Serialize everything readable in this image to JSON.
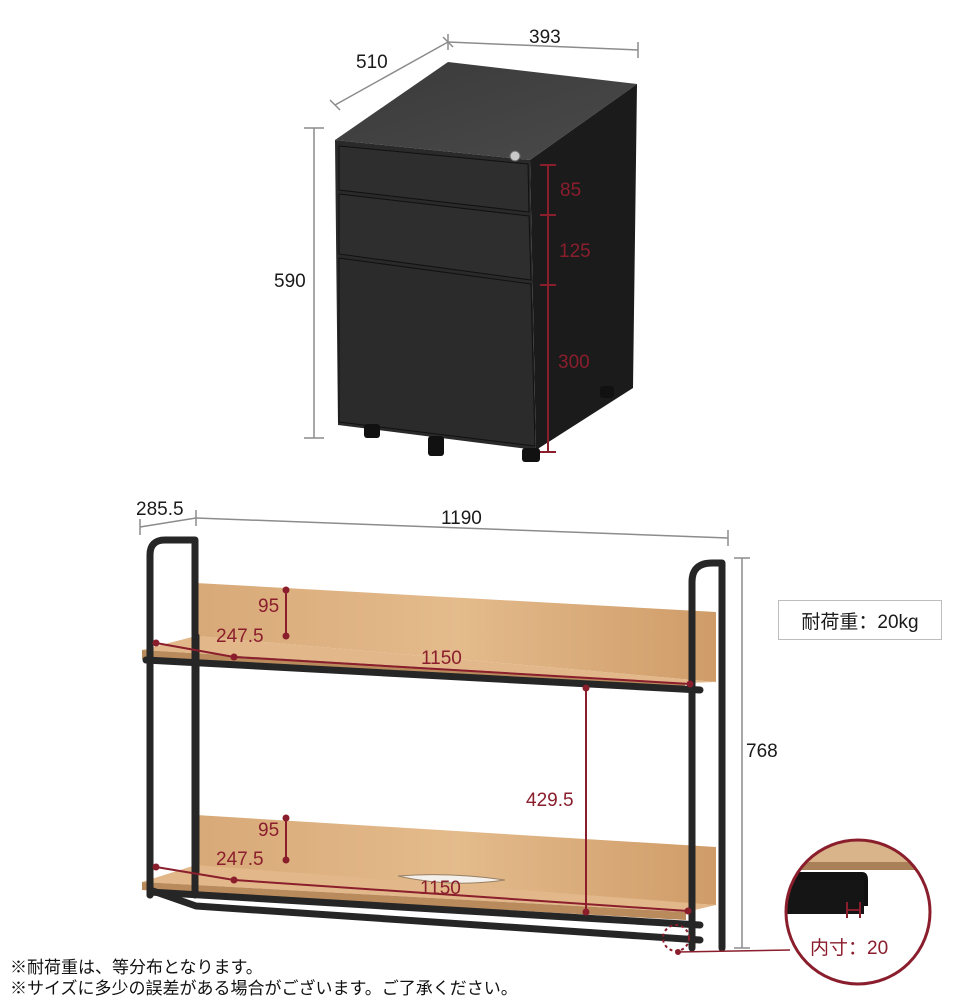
{
  "cabinet": {
    "depth": "510",
    "width": "393",
    "height": "590",
    "drawer_1": "85",
    "drawer_2": "125",
    "drawer_3": "300"
  },
  "shelf": {
    "depth": "285.5",
    "width": "1190",
    "height": "768",
    "upper_back_height": "95",
    "upper_board_depth": "247.5",
    "upper_board_width": "1150",
    "clearance": "429.5",
    "lower_back_height": "95",
    "lower_board_depth": "247.5",
    "lower_board_width": "1150"
  },
  "load_capacity": "耐荷重：20kg",
  "inner_dimension": "内寸：20",
  "notes": [
    "※耐荷重は、等分布となります。",
    "※サイズに多少の誤差がある場合がございます。ご了承ください。"
  ],
  "colors": {
    "metal": "#262626",
    "wood": "#d9a874",
    "dimension_red": "#8a1e2c",
    "dimension_gray": "#8c8c8c"
  }
}
